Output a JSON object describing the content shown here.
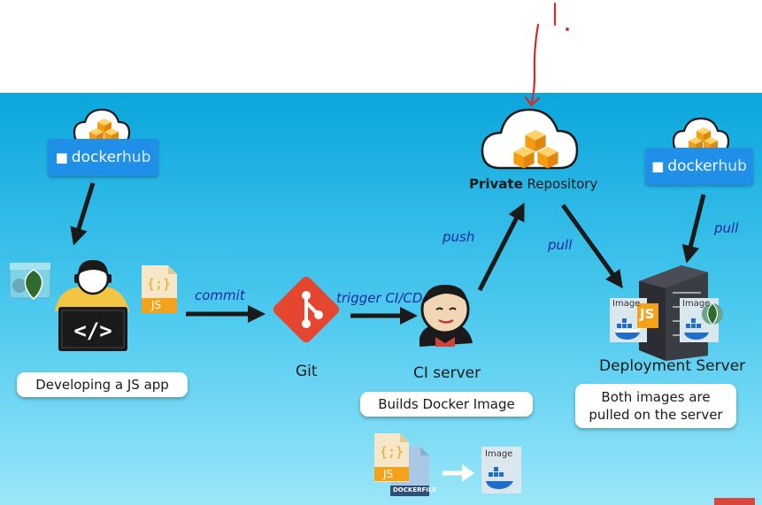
{
  "docker_hub": {
    "part1": "docker",
    "part2": "hub"
  },
  "developer": {
    "caption": "Developing a JS app",
    "file_label": "JS",
    "file_braces": "{;}"
  },
  "edges": {
    "commit": "commit",
    "trigger": "trigger CI/CD",
    "push": "push",
    "pull_left": "pull",
    "pull_right": "pull"
  },
  "git": {
    "label": "Git"
  },
  "ci_server": {
    "label": "CI server",
    "caption": "Builds Docker Image"
  },
  "private_repo": {
    "bold": "Private",
    "rest": " Repository"
  },
  "deployment": {
    "label": "Deployment Server",
    "caption_line1": "Both images are",
    "caption_line2": "pulled on the server",
    "image_left": "Image",
    "image_right": "Image",
    "js_label": "JS"
  },
  "build": {
    "js_label": "JS",
    "braces": "{;}",
    "dockerfile": "DOCKERFILE",
    "image": "Image"
  },
  "colors": {
    "bg_top": "#0aa3d9",
    "bg_bottom": "#8fe3f7",
    "arrow": "#1a1a1a",
    "edge_text": "#1b2a9a",
    "git_red": "#e44630",
    "hub_blue": "#1f8fe8",
    "cube_orange": "#f6a51a",
    "annotation_red": "#d42a2a"
  }
}
